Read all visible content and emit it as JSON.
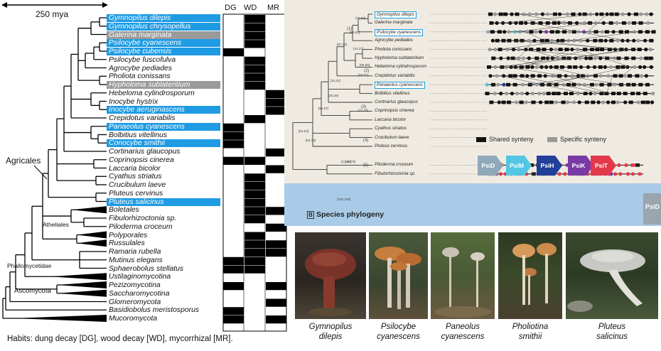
{
  "scale_label": "250 mya",
  "habit_columns": [
    "DG",
    "WD",
    "MR"
  ],
  "habits_note": "Habits: dung decay [DG], wood decay [WD], mycorrhizal [MR].",
  "taxa": [
    {
      "name": "Gymnopilus dilepis",
      "style": "blue"
    },
    {
      "name": "Gymnopilus chrysopellus",
      "style": "blue"
    },
    {
      "name": "Galerina marginata",
      "style": "gray"
    },
    {
      "name": "Psilocybe cyanescens",
      "style": "blue"
    },
    {
      "name": "Psilocybe cubensis",
      "style": "blue"
    },
    {
      "name": "Psilocybe fuscofulva",
      "style": "plain"
    },
    {
      "name": "Agrocybe pediades",
      "style": "plain"
    },
    {
      "name": "Pholiota conissans",
      "style": "plain"
    },
    {
      "name": "Hypholoma sublateritium",
      "style": "gray"
    },
    {
      "name": "Hebeloma cylindrosporum",
      "style": "plain"
    },
    {
      "name": "Inocybe hystrix",
      "style": "plain"
    },
    {
      "name": "Inocybe aeruginascens",
      "style": "blue"
    },
    {
      "name": "Crepidotus variabilis",
      "style": "plain"
    },
    {
      "name": "Panaeolus cyanescens",
      "style": "blue"
    },
    {
      "name": "Bolbitius vitellinus",
      "style": "plain"
    },
    {
      "name": "Conocybe smithii",
      "style": "blue"
    },
    {
      "name": "Cortinarius glaucopus",
      "style": "plain"
    },
    {
      "name": "Coprinopsis cinerea",
      "style": "plain"
    },
    {
      "name": "Laccaria bicolor",
      "style": "plain"
    },
    {
      "name": "Cyathus striatus",
      "style": "plain"
    },
    {
      "name": "Crucibulum laeve",
      "style": "plain"
    },
    {
      "name": "Pluteus cervinus",
      "style": "plain"
    },
    {
      "name": "Pluteus salicinus",
      "style": "blue"
    },
    {
      "name": "Boletales",
      "style": "plain"
    },
    {
      "name": "Fibulorhizoctonia sp.",
      "style": "plain"
    },
    {
      "name": "Piloderma croceum",
      "style": "plain"
    },
    {
      "name": "Polyporales",
      "style": "plain"
    },
    {
      "name": "Russulales",
      "style": "plain"
    },
    {
      "name": "Ramaria rubella",
      "style": "plain"
    },
    {
      "name": "Mutinus elegans",
      "style": "plain"
    },
    {
      "name": "Sphaerobolus stellatus",
      "style": "plain"
    },
    {
      "name": "Ustilaginomycotina",
      "style": "plain"
    },
    {
      "name": "Pezizomycotina",
      "style": "plain"
    },
    {
      "name": "Saccharomycotina",
      "style": "plain"
    },
    {
      "name": "Glomeromycota",
      "style": "plain"
    },
    {
      "name": "Basidiobolus meristosporus",
      "style": "plain"
    },
    {
      "name": "Mucoromycota",
      "style": "plain"
    }
  ],
  "habit_matrix": [
    [
      0,
      1,
      0
    ],
    [
      0,
      1,
      0
    ],
    [
      0,
      1,
      0
    ],
    [
      0,
      1,
      0
    ],
    [
      1,
      0,
      0
    ],
    [
      0,
      1,
      0
    ],
    [
      0,
      1,
      0
    ],
    [
      0,
      1,
      0
    ],
    [
      0,
      1,
      0
    ],
    [
      0,
      0,
      1
    ],
    [
      0,
      0,
      1
    ],
    [
      0,
      0,
      1
    ],
    [
      0,
      1,
      0
    ],
    [
      1,
      0,
      0
    ],
    [
      1,
      0,
      0
    ],
    [
      1,
      0,
      0
    ],
    [
      0,
      0,
      1
    ],
    [
      1,
      1,
      0
    ],
    [
      0,
      0,
      1
    ],
    [
      0,
      1,
      0
    ],
    [
      0,
      1,
      0
    ],
    [
      0,
      1,
      0
    ],
    [
      0,
      1,
      0
    ],
    [
      0,
      1,
      1
    ],
    [
      0,
      1,
      0
    ],
    [
      0,
      0,
      1
    ],
    [
      0,
      1,
      0
    ],
    [
      0,
      1,
      1
    ],
    [
      0,
      1,
      1
    ],
    [
      1,
      1,
      0
    ],
    [
      1,
      1,
      0
    ],
    [
      0,
      0,
      0
    ],
    [
      1,
      0,
      1
    ],
    [
      0,
      0,
      0
    ],
    [
      0,
      0,
      1
    ],
    [
      1,
      0,
      0
    ],
    [
      1,
      0,
      1
    ]
  ],
  "clade_labels": {
    "agricales": "Agricales",
    "atheliales": "Atheliales",
    "phallomycetidae": "Phallomycetidae",
    "ascomycota": "Ascomycota"
  },
  "right_tree": {
    "species": [
      {
        "name": "Gymnopilus dilepis",
        "boxed": true
      },
      {
        "name": "Galerina marginata",
        "boxed": false
      },
      {
        "name": "Psilocybe cyanescens",
        "boxed": true
      },
      {
        "name": "Agrocybe pediades",
        "boxed": false
      },
      {
        "name": "Pholiota conissans",
        "boxed": false
      },
      {
        "name": "Hypholoma sublateritium",
        "boxed": false
      },
      {
        "name": "Hebeloma cylindrosporum",
        "boxed": false
      },
      {
        "name": "Crepidotus variabilis",
        "boxed": false
      },
      {
        "name": "Panaeolus cyanescens",
        "boxed": true
      },
      {
        "name": "Bolbitius vitellinus",
        "boxed": false
      },
      {
        "name": "Cortinarius glaucopus",
        "boxed": false
      },
      {
        "name": "Coprinopsis cinerea",
        "boxed": false
      },
      {
        "name": "Laccaria bicolor",
        "boxed": false
      },
      {
        "name": "Cyathus striatus",
        "boxed": false
      },
      {
        "name": "Crucibulum laeve",
        "boxed": false
      },
      {
        "name": "Pluteus cervinus",
        "boxed": false
      },
      {
        "name": "Piloderma croceum",
        "boxed": false
      },
      {
        "name": "Fibulorhizoctonia sp.",
        "boxed": false
      }
    ],
    "support_values": [
      "[72,58]",
      "[94,81]",
      "[87,72]",
      "[44,37]",
      "[99,99]",
      "[60,61]",
      "[16,31]",
      "[30,48]",
      "[31,30]",
      "[91,87]",
      "[64,53]",
      "[84,74]",
      "[41,33]",
      "[90,78]",
      "[100,100]"
    ],
    "node_numbers": [
      "(1)",
      "(2)",
      "(3)",
      "(4)",
      "(5)"
    ],
    "legend": {
      "shared": "Shared synteny",
      "specific": "Specific synteny"
    },
    "genes": [
      {
        "label": "PsiD",
        "color": "#8fa9ba"
      },
      {
        "label": "PsiM",
        "color": "#52c6e2"
      },
      {
        "label": "PsiH",
        "color": "#223f9a"
      },
      {
        "label": "PsiK",
        "color": "#7a3aa5"
      },
      {
        "label": "PsiT",
        "color": "#e23a4b"
      }
    ],
    "panel_label": "B",
    "panel_title": "Species phylogeny",
    "cut_gene": "PsiD"
  },
  "photos": [
    {
      "caption_1": "Gymnopilus",
      "caption_2": "dilepis"
    },
    {
      "caption_1": "Psilocybe",
      "caption_2": "cyanescens"
    },
    {
      "caption_1": "Paneolus",
      "caption_2": "cyanescens"
    },
    {
      "caption_1": "Pholiotina",
      "caption_2": "smithii"
    },
    {
      "caption_1": "Pluteus",
      "caption_2": "salicinus"
    }
  ]
}
